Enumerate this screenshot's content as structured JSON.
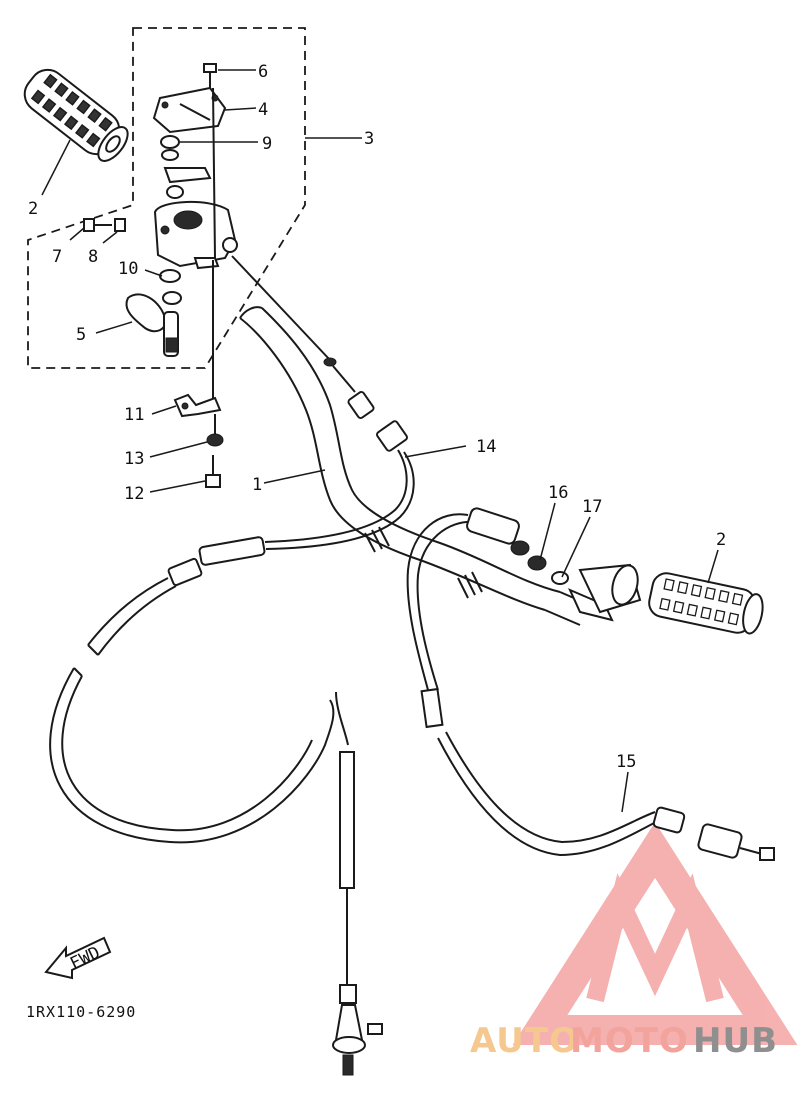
{
  "diagram": {
    "callouts": [
      {
        "id": "c6",
        "text": "6"
      },
      {
        "id": "c4",
        "text": "4"
      },
      {
        "id": "c9",
        "text": "9"
      },
      {
        "id": "c3",
        "text": "3"
      },
      {
        "id": "c2a",
        "text": "2"
      },
      {
        "id": "c7",
        "text": "7"
      },
      {
        "id": "c8",
        "text": "8"
      },
      {
        "id": "c10",
        "text": "10"
      },
      {
        "id": "c5",
        "text": "5"
      },
      {
        "id": "c11",
        "text": "11"
      },
      {
        "id": "c13",
        "text": "13"
      },
      {
        "id": "c12",
        "text": "12"
      },
      {
        "id": "c1",
        "text": "1"
      },
      {
        "id": "c14",
        "text": "14"
      },
      {
        "id": "c16",
        "text": "16"
      },
      {
        "id": "c17",
        "text": "17"
      },
      {
        "id": "c2b",
        "text": "2"
      },
      {
        "id": "c15",
        "text": "15"
      }
    ],
    "fwd_label": "FWD",
    "drawing_code": "1RX110-6290"
  },
  "watermark": {
    "part1": "AUTO",
    "part2": "MOTO",
    "part3": "HUB",
    "colors": {
      "auto": "#f5c890",
      "moto": "#f2a49c",
      "hub": "#8f8f8f",
      "logo": "#f4a3a3"
    }
  }
}
